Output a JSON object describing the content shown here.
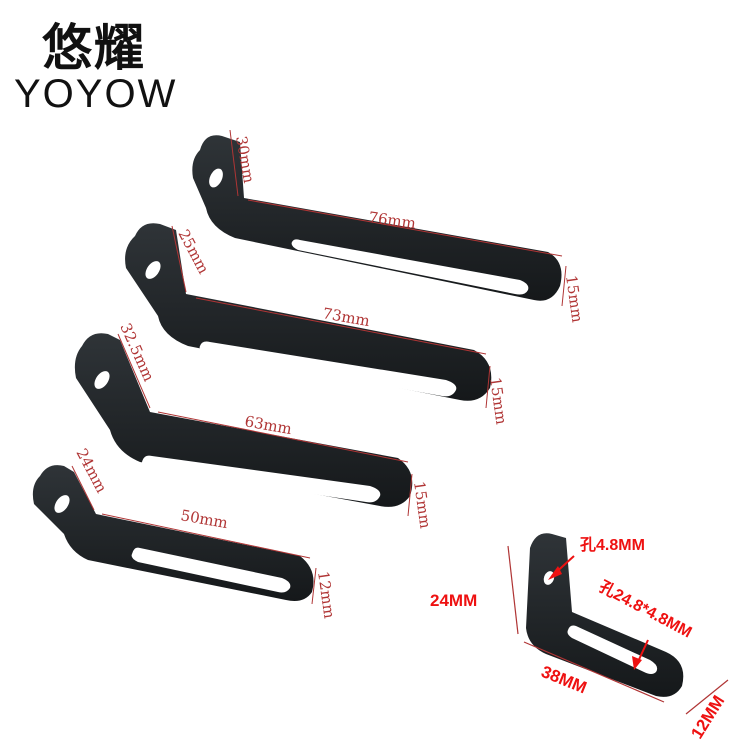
{
  "brand": {
    "name_cn": "悠耀",
    "name_en": "YOYOW"
  },
  "colors": {
    "metal": "#1f2326",
    "dimension_line": "#b03535",
    "spec_text": "#ee1111"
  },
  "brackets": [
    {
      "height_label": "30mm",
      "length_label": "76mm",
      "width_label": "15mm"
    },
    {
      "height_label": "25mm",
      "length_label": "73mm",
      "width_label": "15mm"
    },
    {
      "height_label": "32.5mm",
      "length_label": "63mm",
      "width_label": "15mm"
    },
    {
      "height_label": "24mm",
      "length_label": "50mm",
      "width_label": "12mm"
    }
  ],
  "detail": {
    "hole_label": "孔4.8MM",
    "slot_label": "孔24.8*4.8MM",
    "height_label": "24MM",
    "length_label": "38MM",
    "width_label": "12MM"
  }
}
